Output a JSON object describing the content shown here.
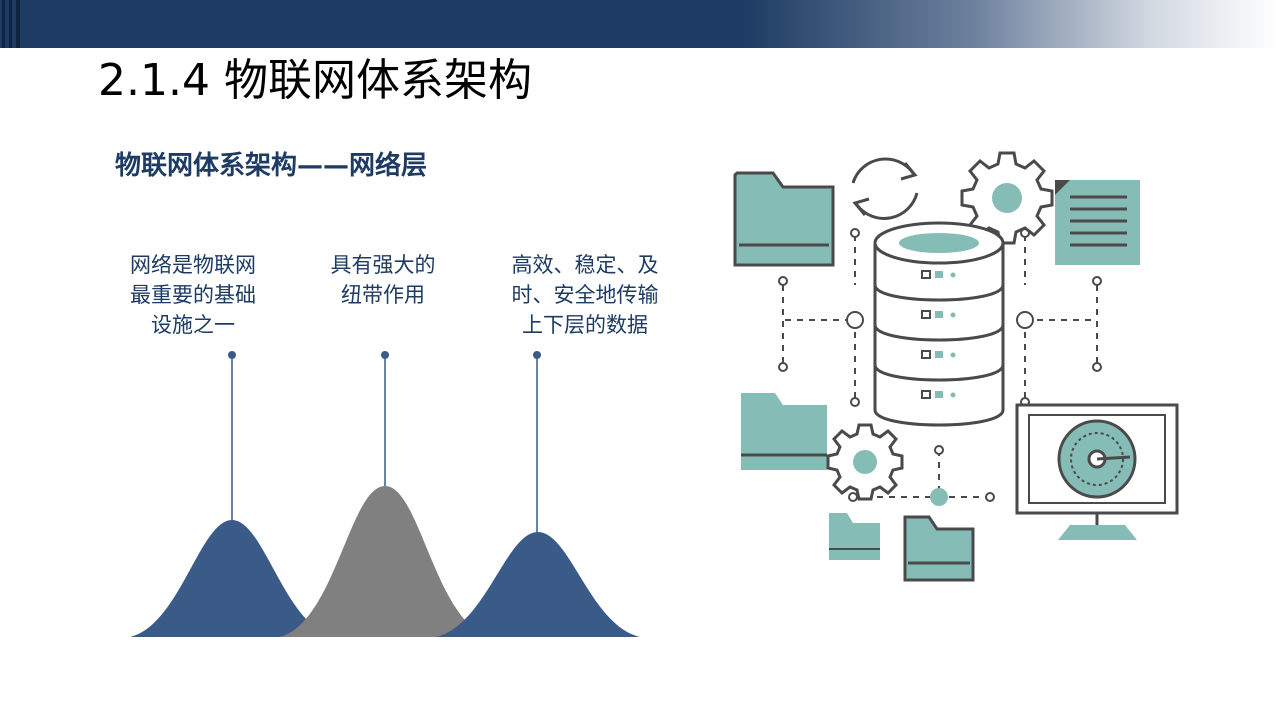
{
  "slide": {
    "title": "2.1.4 物联网体系架构",
    "subtitle": "物联网体系架构——网络层"
  },
  "captions": [
    {
      "lines": [
        "网络是物联网",
        "最重要的基础",
        "设施之一"
      ]
    },
    {
      "lines": [
        "具有强大的",
        "纽带作用"
      ]
    },
    {
      "lines": [
        "高效、稳定、及",
        "时、安全地传输",
        "上下层的数据"
      ]
    }
  ],
  "icons": [
    "folder-icon",
    "refresh-icon",
    "gear-icon",
    "document-icon",
    "server-database-icon",
    "folder-icon",
    "gear-icon",
    "monitor-gauge-icon",
    "folder-icon",
    "folder-icon"
  ],
  "colors": {
    "header_dark": "#1d3b63",
    "subtitle_blue": "#1d3b63",
    "curve_blue": "#3a5a87",
    "curve_gray": "#808080",
    "teal": "#85bdb6",
    "outline": "#4a4a4a"
  }
}
